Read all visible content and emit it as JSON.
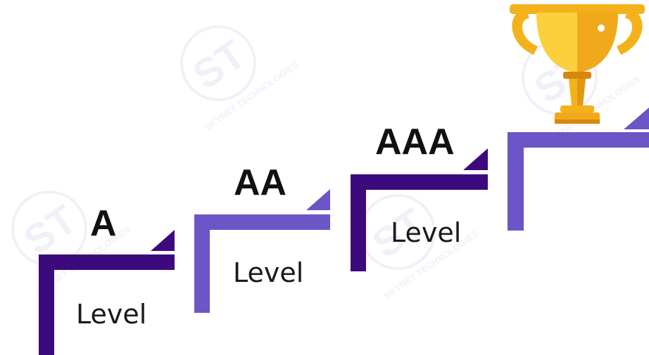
{
  "colors": {
    "dark_purple": "#3d0a7e",
    "medium_purple": "#6c55c6",
    "trophy_gold": "#f3b21b",
    "trophy_light": "#fbd03c",
    "trophy_dark": "#d8860d",
    "watermark": "#9a8fd8"
  },
  "watermark": {
    "logo_text": "ST",
    "brand_text": "SKYNET TECHNOLOGIES"
  },
  "steps": [
    {
      "grade": "A",
      "label": "Level",
      "color": "dark_purple"
    },
    {
      "grade": "AA",
      "label": "Level",
      "color": "medium_purple"
    },
    {
      "grade": "AAA",
      "label": "Level",
      "color": "dark_purple"
    },
    {
      "grade": "",
      "label": "",
      "color": "medium_purple"
    }
  ],
  "trophy": {
    "icon": "trophy-icon"
  }
}
